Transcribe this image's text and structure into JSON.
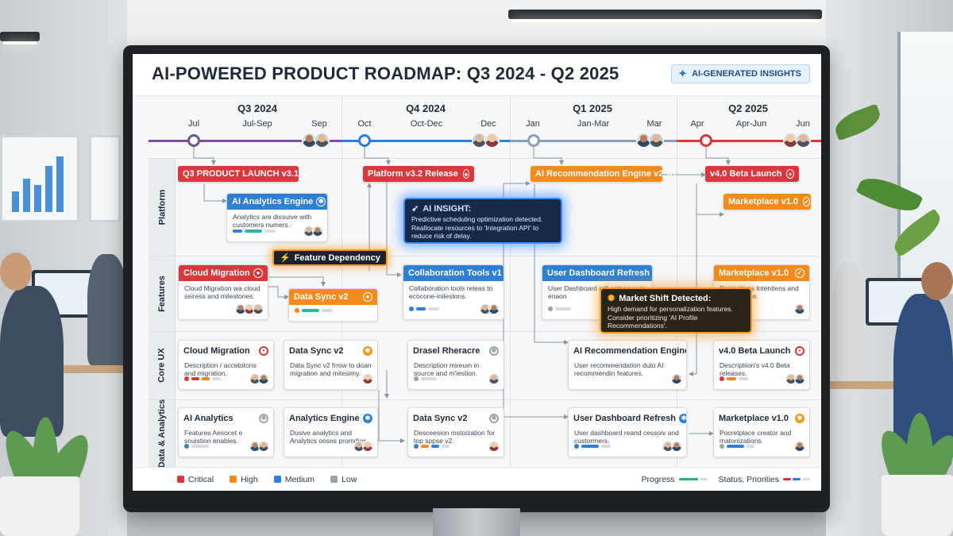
{
  "header": {
    "title": "AI-POWERED PRODUCT ROADMAP: Q3 2024 - Q2 2025",
    "badge_label": "AI-GENERATED INSIGHTS"
  },
  "timeline": {
    "quarters": [
      "Q3 2024",
      "Q4 2024",
      "Q1 2025",
      "Q2 2025"
    ],
    "quarter_ranges": [
      "Jul-Sep",
      "Oct-Dec",
      "Jan-Mar",
      "Apr-Jun"
    ],
    "months": [
      "Jul",
      "Sep",
      "Oct",
      "Dec",
      "Jan",
      "Mar",
      "Apr",
      "Jun"
    ],
    "line_colors": [
      "#7b4fa0",
      "#2f7fd3",
      "#8aa0b4",
      "#d8373b"
    ]
  },
  "lanes": [
    "Platform",
    "Features",
    "Core UX",
    "Data & Analytics"
  ],
  "platform": {
    "q3_launch": "Q3 PRODUCT LAUNCH v3.1",
    "ai_analytics_engine": {
      "title": "AI Analytics Engine",
      "desc": "Analytics are dissuive with customers numers."
    },
    "platform_release": "Platform v3.2 Release",
    "ai_reco_engine": "AI Recommendation Engine v2",
    "beta_launch": "v4.0 Beta Launch",
    "marketplace": "Marketplace v1.0"
  },
  "features": {
    "cloud_migration": {
      "title": "Cloud Migration",
      "desc": "Cloud Migration wa cloud seiress and milestones."
    },
    "data_sync": {
      "title": "Data Sync v2"
    },
    "collab_tools": {
      "title": "Collaboration Tools v1",
      "desc": "Collaboration tools releas to ecocone-inilestons."
    },
    "user_dashboard": {
      "title": "User Dashboard Refresh",
      "desc": "User Dashboard refi entoones to enaon"
    },
    "marketplace": {
      "title": "Marketplace v1.0",
      "desc": "Peainctions Intentiens and marketplace."
    }
  },
  "core_ux": {
    "cloud_migration": {
      "title": "Cloud Migration",
      "desc": "Description / accetotons and migration."
    },
    "data_sync": {
      "title": "Data Sync v2",
      "desc": "Data Sync v2 frrow to doan migration and mitesimy."
    },
    "drasel": {
      "title": "Drasel Rheracre",
      "desc": "Description mireum in source and m'iestion."
    },
    "ai_reco": {
      "title": "AI Recommendation Engine",
      "desc": "User recommendation duto AI recommendin features."
    },
    "beta": {
      "title": "v4.0 Beta Launch",
      "desc": "Descriptiion's v4.0 Beta releases."
    }
  },
  "data_analytics": {
    "ai_analytics": {
      "title": "AI Analytics",
      "desc": "Features Aesocet e snuistion enables."
    },
    "analytics_engine": {
      "title": "Analytics Engine",
      "desc": "Dusive analytics and Analytics ooses promdies."
    },
    "data_sync": {
      "title": "Data Sync v2",
      "desc": "Desceesion mstoization for top sppse v2."
    },
    "user_dashboard": {
      "title": "User Dashboard Refresh",
      "desc": "User dashboard reand cessoiv and custormers."
    },
    "marketplace": {
      "title": "Marketplace v1.0",
      "desc": "Pocretplace creator and matonizations."
    }
  },
  "callouts": {
    "insight_title": "AI INSIGHT:",
    "insight_text": "Predictive scheduling optimization detected. Reallocate resources to 'Integration API' to reduce risk of delay.",
    "dependency": "Feature Dependency",
    "market_title": "Market Shift Detected:",
    "market_text": "High demand for personalization features. Consider prioritizing 'AI Profile Recommendations'."
  },
  "legend": {
    "critical": "Critical",
    "high": "High",
    "medium": "Medium",
    "low": "Low",
    "progress": "Progress",
    "status": "Status, Priorities"
  },
  "colors": {
    "critical": "#d8373b",
    "high": "#f28a1c",
    "medium": "#2f7fd3",
    "low": "#9aa3ab"
  }
}
